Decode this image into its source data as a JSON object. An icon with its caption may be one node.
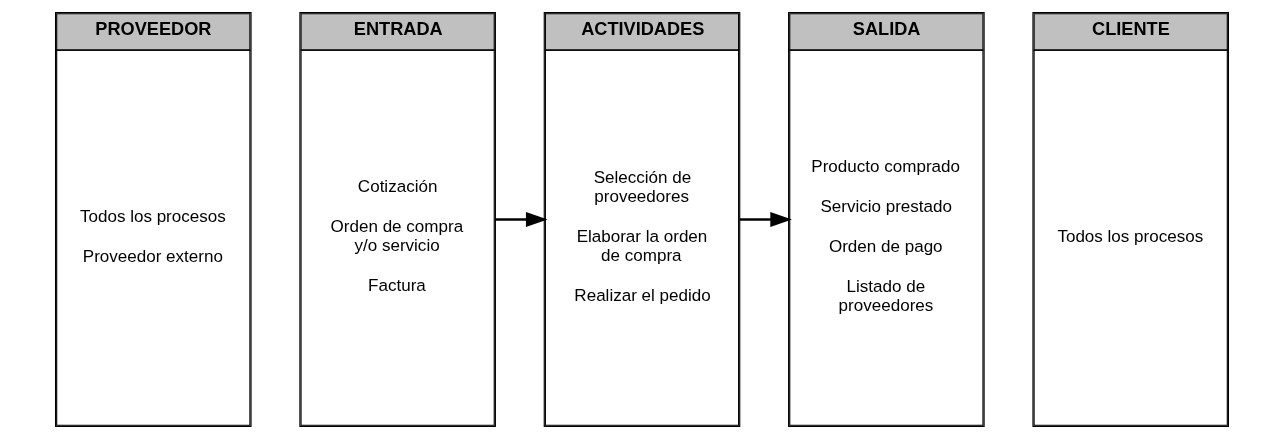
{
  "diagram": {
    "nodes": [
      {
        "text": [
          "PROVEEDOR",
          "Todos los procesos",
          "Proveedor externo"
        ]
      },
      {
        "text": [
          "ENTRADA",
          "Cotización",
          "Orden de compra y/o servicio",
          "Factura"
        ]
      },
      {
        "text": [
          "ACTIVIDADES",
          "Selección de proveedores",
          "Elaborar la orden de compra",
          "Realizar el pedido"
        ]
      },
      {
        "text": [
          "SALIDA",
          "Producto comprado",
          "Servicio prestado",
          "Orden de pago",
          "Listado de proveedores"
        ]
      },
      {
        "text": [
          "CLIENTE",
          "Todos los procesos"
        ]
      }
    ],
    "edges": [
      {
        "from": 1,
        "to": 2,
        "arrow": "to"
      },
      {
        "from": 2,
        "to": 3,
        "arrow": "to"
      }
    ]
  }
}
